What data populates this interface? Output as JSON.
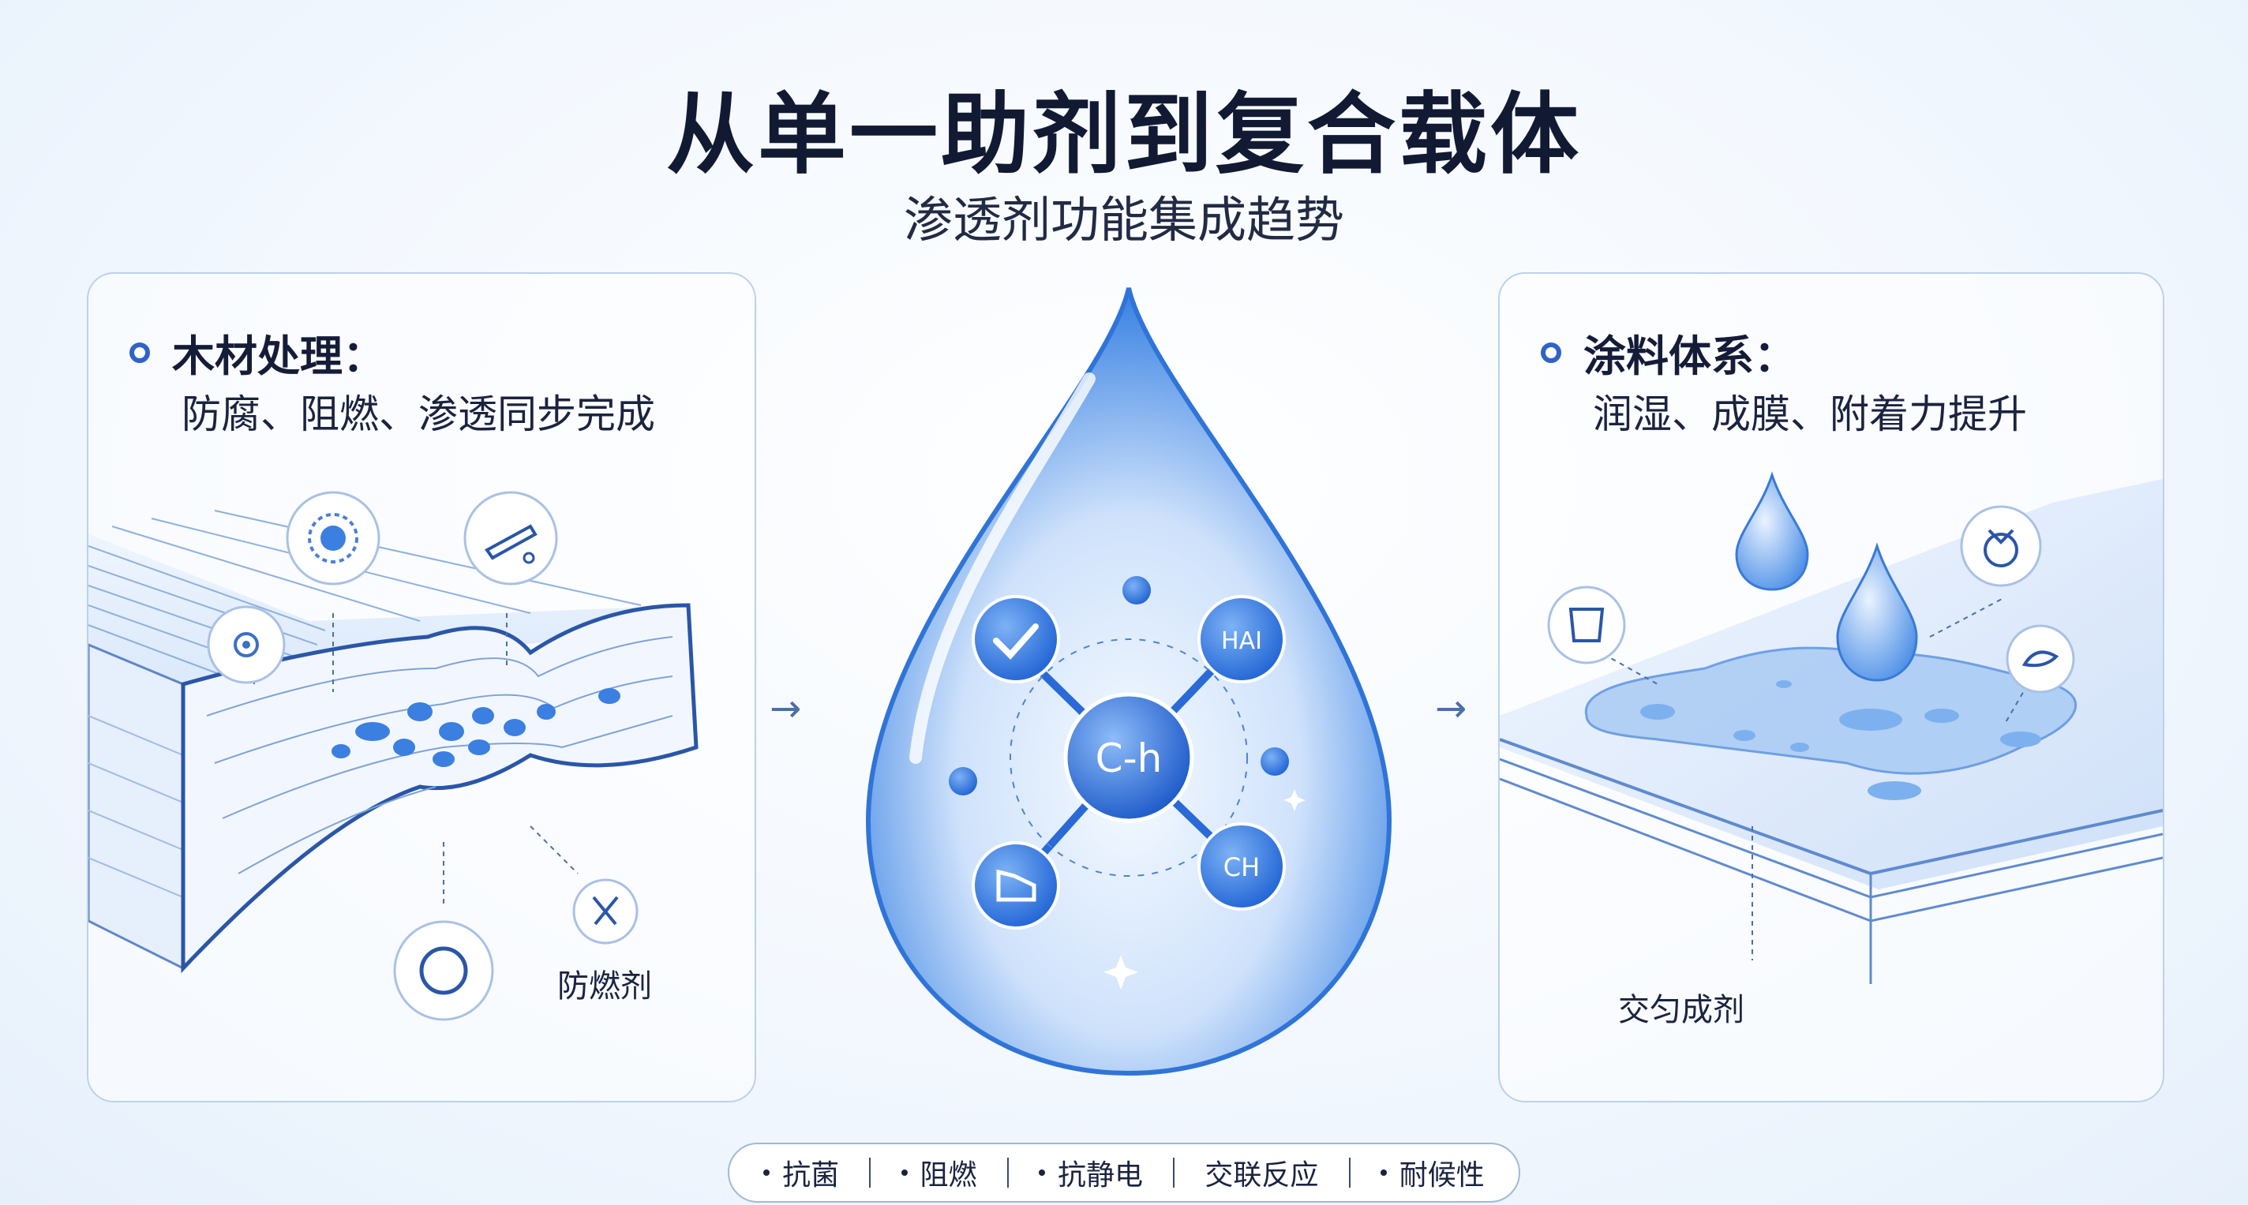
{
  "title": "从单一助剂到复合载体",
  "subtitle": "渗透剂功能集成趋势",
  "left_panel": {
    "heading": "木材处理：",
    "description": "防腐、阻燃、渗透同步完成",
    "callout_label": "防燃剂",
    "icons": [
      "target-icon",
      "spray-icon",
      "swirl-icon",
      "ring-icon",
      "cross-icon"
    ]
  },
  "center": {
    "molecule_labels": [
      "HAI",
      "C-h",
      "CH"
    ],
    "node_icons": [
      "check-icon",
      "chart-icon"
    ],
    "colors": {
      "drop": "#3f86e4",
      "node": "#1f63d4"
    }
  },
  "right_panel": {
    "heading": "涂料体系：",
    "description": "润湿、成膜、附着力提升",
    "callout_label": "交匀成剂",
    "icons": [
      "cup-icon",
      "hand-icon",
      "bird-icon"
    ]
  },
  "arrows": [
    "→",
    "→"
  ],
  "tags": [
    "抗菌",
    "阻燃",
    "抗静电",
    "交联反应",
    "耐候性"
  ],
  "colors": {
    "accent": "#2f63c6",
    "title": "#121a33",
    "panel_border": "#bcd1ec"
  }
}
